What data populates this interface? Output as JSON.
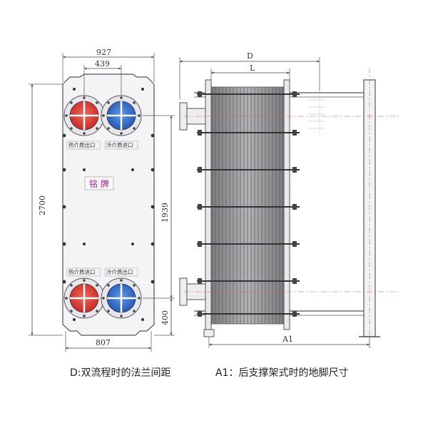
{
  "dimensions": {
    "overall_width": "927",
    "port_spacing": "439",
    "overall_height": "2700",
    "port_vertical_spacing": "1939",
    "bottom_port_height": "400",
    "foot_spacing": "807",
    "stack_length_d": "D",
    "plate_pack_l": "L",
    "support_length_a1": "A1"
  },
  "labels": {
    "hot_outlet": "热介质出口",
    "cold_inlet": "冷介质进口",
    "hot_inlet": "热介质进口",
    "cold_outlet": "冷介质出口",
    "nameplate": "铭 牌"
  },
  "captions": {
    "left": "D:双流程时的法兰间距",
    "right": "A1：后支撑架式时的地脚尺寸"
  },
  "colors": {
    "hot_port": "#d7322d",
    "cold_port": "#2f6fc8",
    "line": "#555555",
    "plate_pack": "#8f8f92"
  }
}
